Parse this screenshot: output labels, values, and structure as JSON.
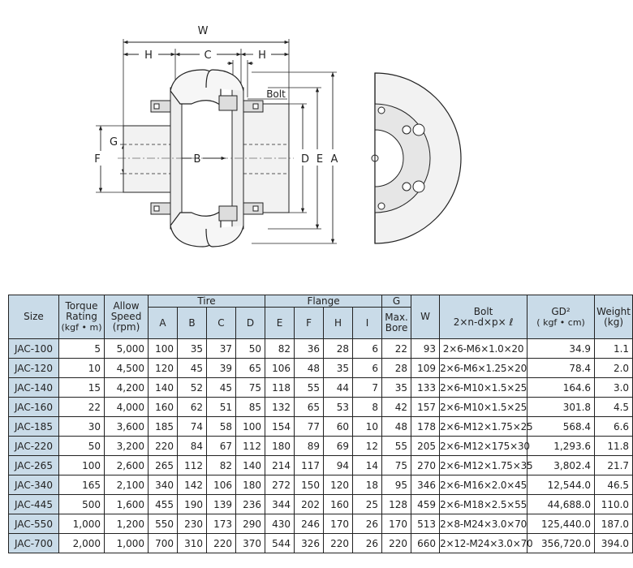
{
  "diagram": {
    "labels": {
      "W": "W",
      "H_left": "H",
      "C": "C",
      "H_right": "H",
      "Bolt": "Bolt",
      "G": "G",
      "F": "F",
      "B": "B",
      "D": "D",
      "E": "E",
      "A": "A"
    }
  },
  "table": {
    "headers": {
      "size": "Size",
      "torque": [
        "Torque",
        "Rating",
        "(kgf • m)"
      ],
      "speed": [
        "Allow",
        "Speed",
        "(rpm)"
      ],
      "tire": "Tire",
      "flange": "Flange",
      "g": "G",
      "a": "A",
      "b": "B",
      "c": "C",
      "d": "D",
      "e": "E",
      "f": "F",
      "h": "H",
      "i": "I",
      "maxbore": [
        "Max.",
        "Bore"
      ],
      "w": "W",
      "bolt": [
        "Bolt",
        "2×n-d×p× ℓ"
      ],
      "gd": [
        "GD²",
        "( kgf • cm)"
      ],
      "weight": [
        "Weight",
        "(kg)"
      ]
    },
    "rows": [
      {
        "size": "JAC-100",
        "torque": "5",
        "speed": "5,000",
        "a": "100",
        "b": "35",
        "c": "37",
        "d": "50",
        "e": "82",
        "f": "36",
        "h": "28",
        "i": "6",
        "bore": "22",
        "w": "93",
        "bolt": "2×6-M6×1.0×20",
        "gd": "34.9",
        "weight": "1.1"
      },
      {
        "size": "JAC-120",
        "torque": "10",
        "speed": "4,500",
        "a": "120",
        "b": "45",
        "c": "39",
        "d": "65",
        "e": "106",
        "f": "48",
        "h": "35",
        "i": "6",
        "bore": "28",
        "w": "109",
        "bolt": "2×6-M6×1.25×20",
        "gd": "78.4",
        "weight": "2.0"
      },
      {
        "size": "JAC-140",
        "torque": "15",
        "speed": "4,200",
        "a": "140",
        "b": "52",
        "c": "45",
        "d": "75",
        "e": "118",
        "f": "55",
        "h": "44",
        "i": "7",
        "bore": "35",
        "w": "133",
        "bolt": "2×6-M10×1.5×25",
        "gd": "164.6",
        "weight": "3.0"
      },
      {
        "size": "JAC-160",
        "torque": "22",
        "speed": "4,000",
        "a": "160",
        "b": "62",
        "c": "51",
        "d": "85",
        "e": "132",
        "f": "65",
        "h": "53",
        "i": "8",
        "bore": "42",
        "w": "157",
        "bolt": "2×6-M10×1.5×25",
        "gd": "301.8",
        "weight": "4.5"
      },
      {
        "size": "JAC-185",
        "torque": "30",
        "speed": "3,600",
        "a": "185",
        "b": "74",
        "c": "58",
        "d": "100",
        "e": "154",
        "f": "77",
        "h": "60",
        "i": "10",
        "bore": "48",
        "w": "178",
        "bolt": "2×6-M12×1.75×25",
        "gd": "568.4",
        "weight": "6.6"
      },
      {
        "size": "JAC-220",
        "torque": "50",
        "speed": "3,200",
        "a": "220",
        "b": "84",
        "c": "67",
        "d": "112",
        "e": "180",
        "f": "89",
        "h": "69",
        "i": "12",
        "bore": "55",
        "w": "205",
        "bolt": "2×6-M12×175×30",
        "gd": "1,293.6",
        "weight": "11.8"
      },
      {
        "size": "JAC-265",
        "torque": "100",
        "speed": "2,600",
        "a": "265",
        "b": "112",
        "c": "82",
        "d": "140",
        "e": "214",
        "f": "117",
        "h": "94",
        "i": "14",
        "bore": "75",
        "w": "270",
        "bolt": "2×6-M12×1.75×35",
        "gd": "3,802.4",
        "weight": "21.7"
      },
      {
        "size": "JAC-340",
        "torque": "165",
        "speed": "2,100",
        "a": "340",
        "b": "142",
        "c": "106",
        "d": "180",
        "e": "272",
        "f": "150",
        "h": "120",
        "i": "18",
        "bore": "95",
        "w": "346",
        "bolt": "2×6-M16×2.0×45",
        "gd": "12,544.0",
        "weight": "46.5"
      },
      {
        "size": "JAC-445",
        "torque": "500",
        "speed": "1,600",
        "a": "455",
        "b": "190",
        "c": "139",
        "d": "236",
        "e": "344",
        "f": "202",
        "h": "160",
        "i": "25",
        "bore": "128",
        "w": "459",
        "bolt": "2×6-M18×2.5×55",
        "gd": "44,688.0",
        "weight": "110.0"
      },
      {
        "size": "JAC-550",
        "torque": "1,000",
        "speed": "1,200",
        "a": "550",
        "b": "230",
        "c": "173",
        "d": "290",
        "e": "430",
        "f": "246",
        "h": "170",
        "i": "26",
        "bore": "170",
        "w": "513",
        "bolt": "2×8-M24×3.0×70",
        "gd": "125,440.0",
        "weight": "187.0"
      },
      {
        "size": "JAC-700",
        "torque": "2,000",
        "speed": "1,000",
        "a": "700",
        "b": "310",
        "c": "220",
        "d": "370",
        "e": "544",
        "f": "326",
        "h": "220",
        "i": "26",
        "bore": "220",
        "w": "660",
        "bolt": "2×12-M24×3.0×70",
        "gd": "356,720.0",
        "weight": "394.0"
      }
    ]
  }
}
